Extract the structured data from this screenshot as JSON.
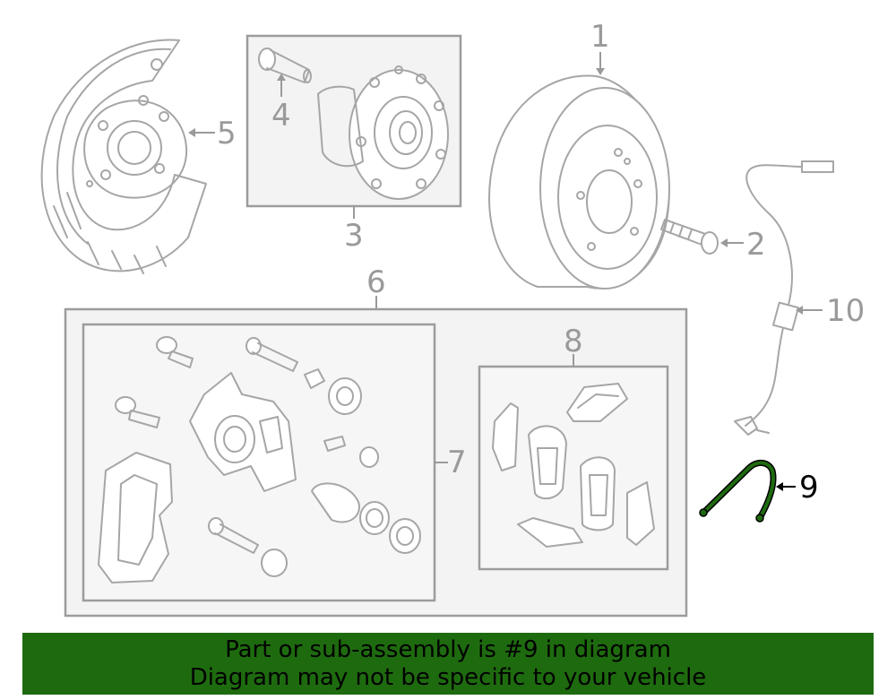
{
  "callouts": {
    "c1": "1",
    "c2": "2",
    "c3": "3",
    "c4": "4",
    "c5": "5",
    "c6": "6",
    "c7": "7",
    "c8": "8",
    "c9": "9",
    "c10": "10"
  },
  "highlight": {
    "part": "9",
    "color": "#1e6b0f"
  },
  "banner": {
    "line1": "Part or sub-assembly is #9 in diagram",
    "line2": "Diagram may not be specific to your vehicle",
    "color": "#1e6b0f"
  }
}
